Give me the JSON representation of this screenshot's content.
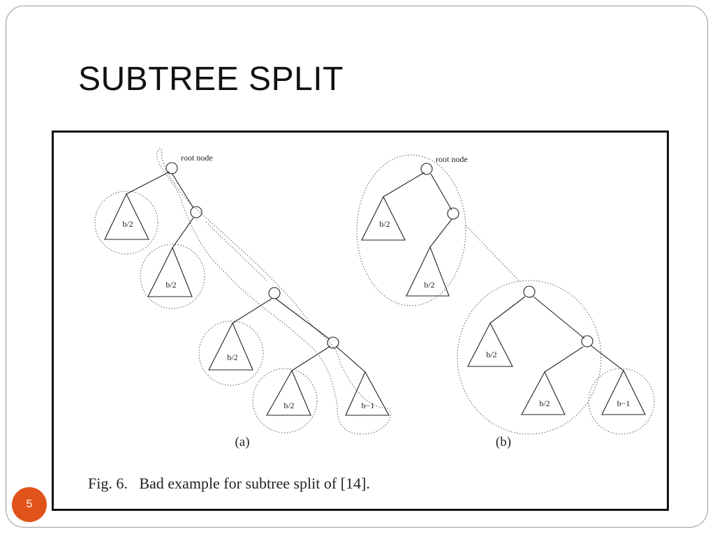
{
  "slide": {
    "title": "SUBTREE SPLIT",
    "number": "5"
  },
  "figure": {
    "subfig_a": {
      "label": "(a)",
      "root_label": "root node",
      "subtrees": [
        "b/2",
        "b/2",
        "b/2",
        "b/2",
        "b−1"
      ]
    },
    "subfig_b": {
      "label": "(b)",
      "root_label": "root node",
      "subtrees": [
        "b/2",
        "b/2",
        "b/2",
        "b/2",
        "b−1"
      ]
    },
    "caption": "Fig. 6.   Bad example for subtree split of [14]."
  }
}
